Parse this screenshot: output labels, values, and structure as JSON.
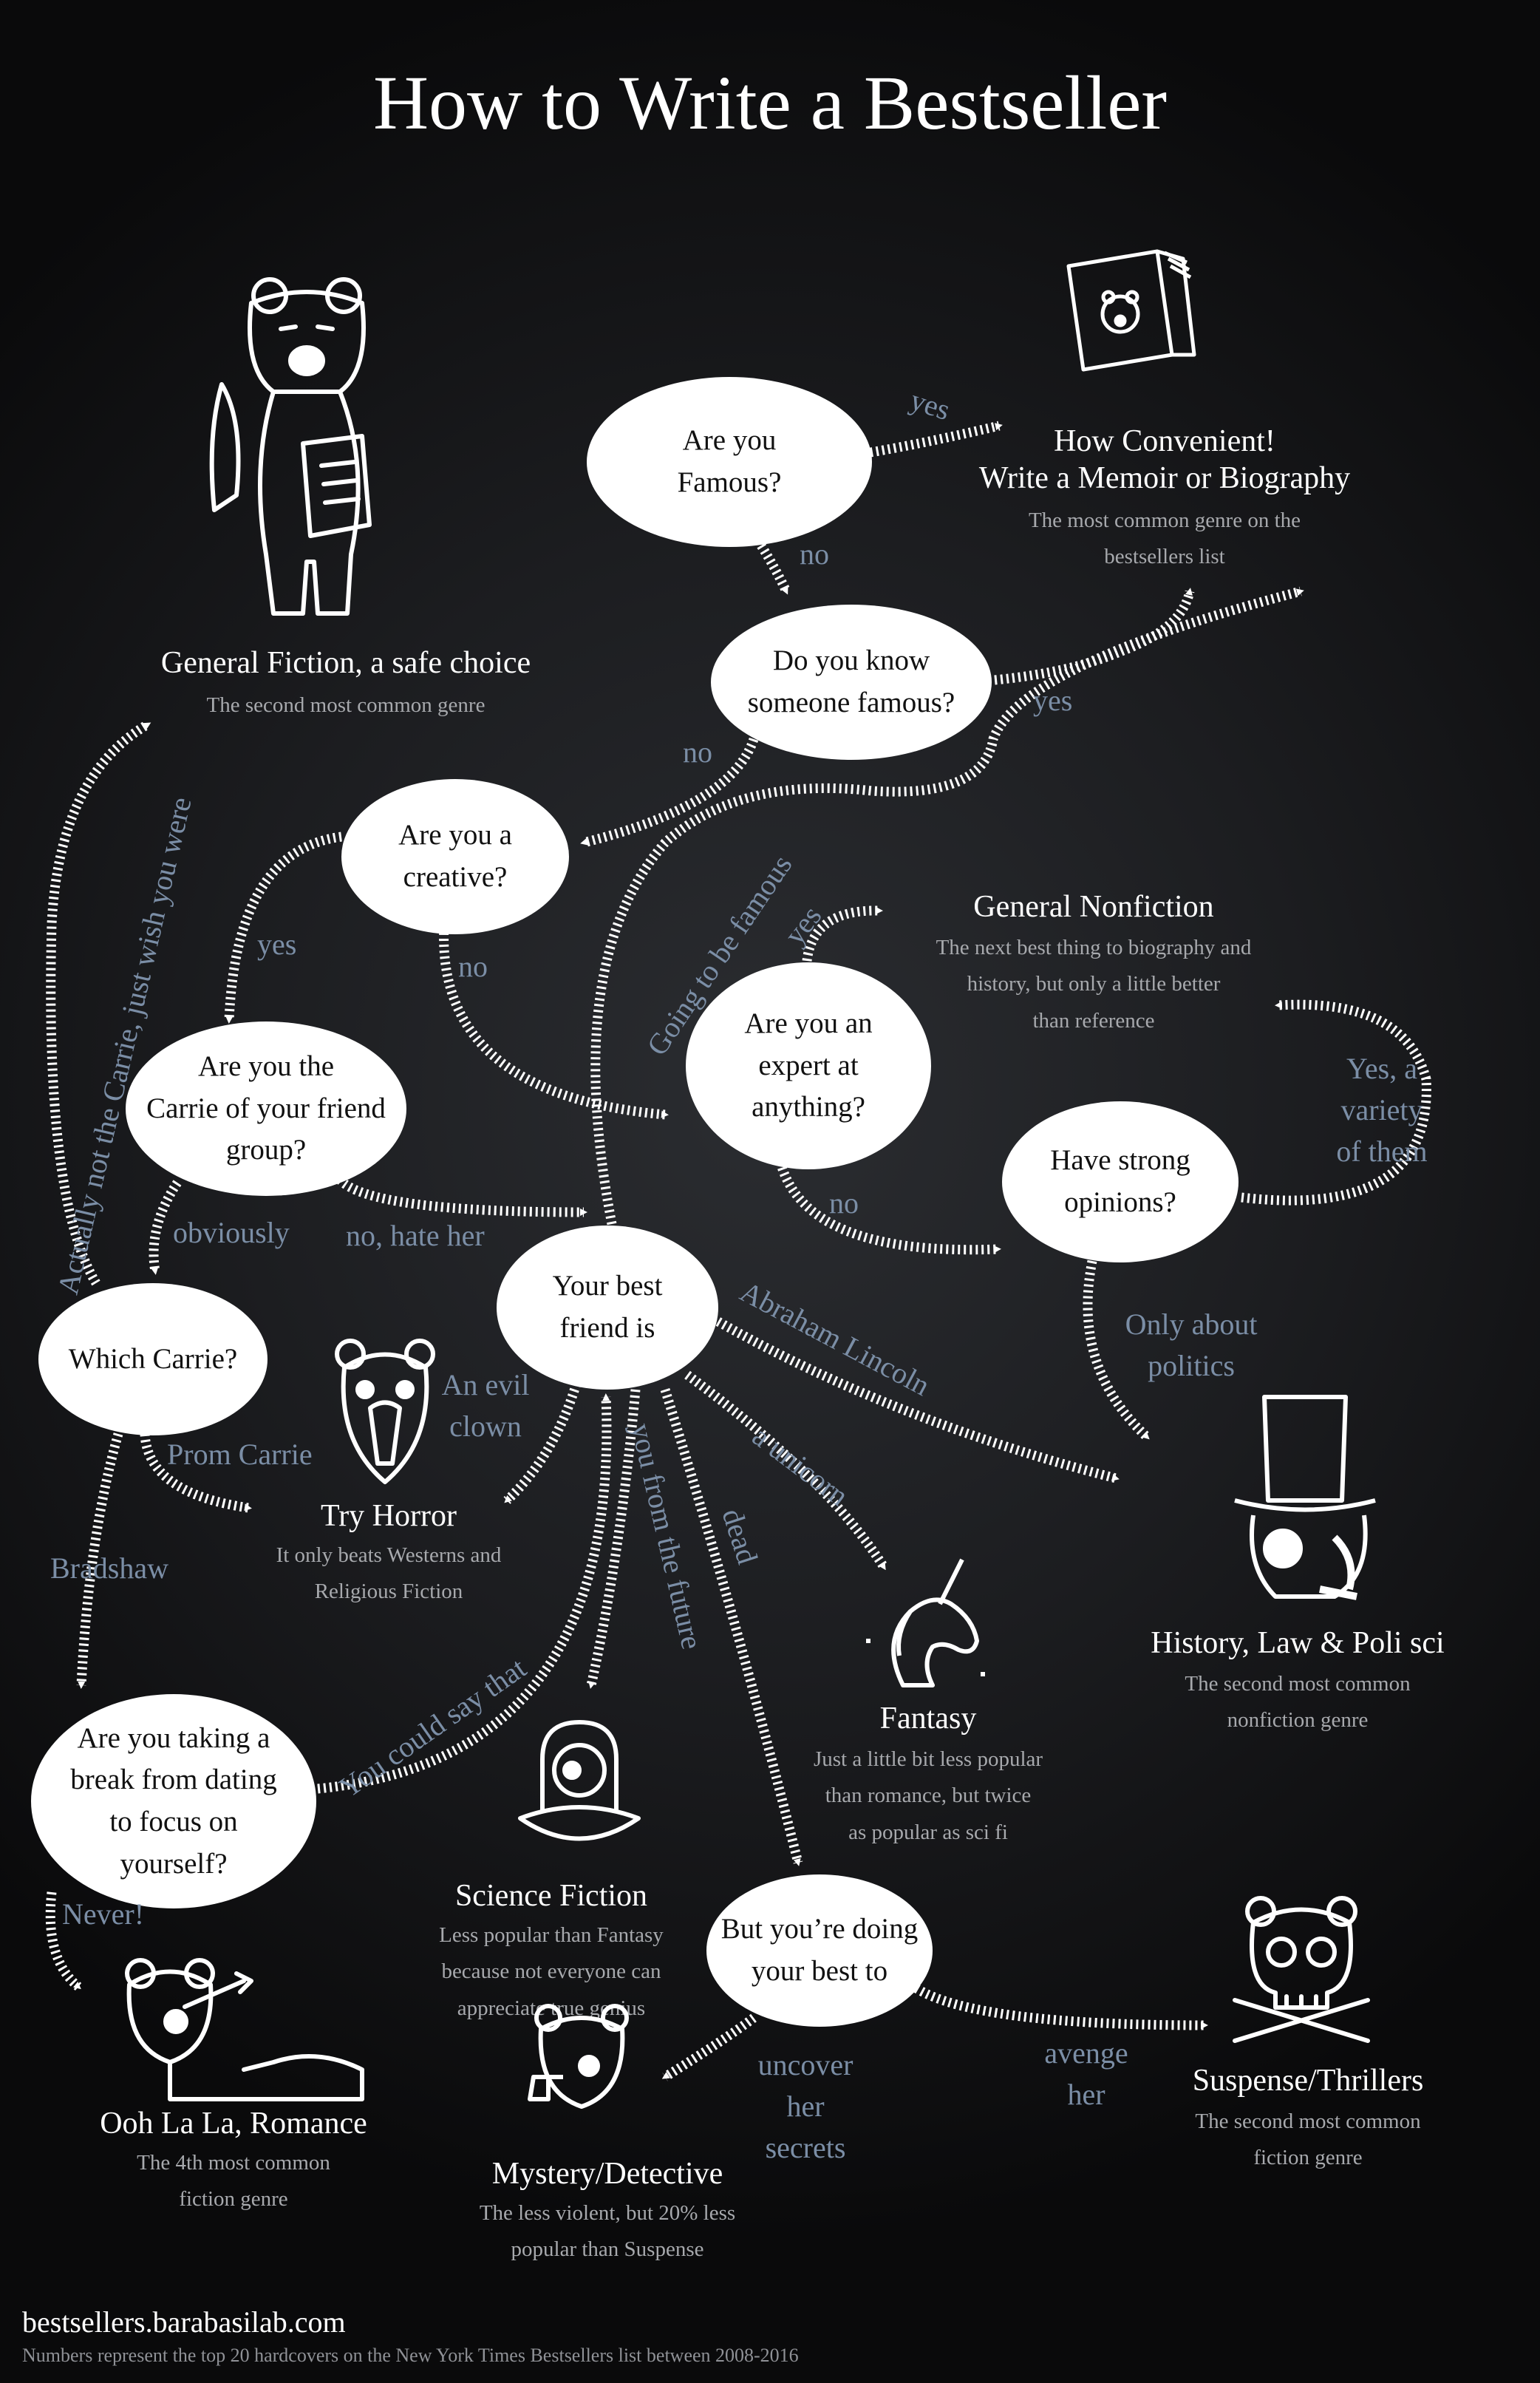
{
  "title": "How to Write a Bestseller",
  "questions": {
    "famous": "Are you\nFamous?",
    "know_famous": "Do you know\nsomeone famous?",
    "creative": "Are you a\ncreative?",
    "expert": "Are you an\nexpert at\nanything?",
    "carrie": "Are you the\nCarrie of your friend\ngroup?",
    "opinions": "Have strong\nopinions?",
    "best_friend": "Your best\nfriend is",
    "which_carrie": "Which Carrie?",
    "dating_break": "Are you taking a\nbreak from dating\nto focus on\nyourself?",
    "doing_best": "But you’re doing\nyour best to"
  },
  "outcomes": {
    "memoir": {
      "title": "How Convenient!\nWrite a Memoir or Biography",
      "note": "The most common genre on the\nbestsellers list"
    },
    "general_fiction": {
      "title": "General Fiction, a safe choice",
      "note": "The second most common  genre"
    },
    "general_nonfiction": {
      "title": "General Nonfiction",
      "note": "The next best thing to biography and\nhistory, but only a little better\nthan reference"
    },
    "horror": {
      "title": "Try Horror",
      "note": "It only beats Westerns and\nReligious Fiction"
    },
    "history": {
      "title": "History, Law & Poli sci",
      "note": "The second most common\nnonfiction genre"
    },
    "fantasy": {
      "title": "Fantasy",
      "note": "Just a little bit less popular\nthan romance, but twice\nas popular as sci fi"
    },
    "scifi": {
      "title": "Science Fiction",
      "note": "Less popular than Fantasy\nbecause not everyone can\nappreciate true genius"
    },
    "romance": {
      "title": "Ooh La La, Romance",
      "note": "The 4th most common\nfiction genre"
    },
    "mystery": {
      "title": "Mystery/Detective",
      "note": "The less violent, but 20% less\npopular than Suspense"
    },
    "suspense": {
      "title": "Suspense/Thrillers",
      "note": "The second most common\nfiction genre"
    }
  },
  "edge_labels": {
    "yes_famous": "yes",
    "no_famous": "no",
    "yes_know": "yes",
    "no_know": "no",
    "yes_creative": "yes",
    "no_creative": "no",
    "going_famous": "Going to be famous",
    "yes_expert": "yes",
    "no_expert": "no",
    "yes_variety": "Yes, a\nvariety\nof them",
    "only_politics": "Only about\npolitics",
    "obviously": "obviously",
    "no_hate": "no, hate her",
    "not_carrie": "Actually not the Carrie, just wish you were",
    "prom_carrie": "Prom Carrie",
    "bradshaw": "Bradshaw",
    "evil_clown": "An evil\nclown",
    "lincoln": "Abraham Lincoln",
    "unicorn": "a unicorn",
    "from_future": "you from the future",
    "dead": "dead",
    "could_say": "You could say that",
    "never": "Never!",
    "uncover": "uncover\nher\nsecrets",
    "avenge": "avenge\nher"
  },
  "footer": {
    "url": "bestsellers.barabasilab.com",
    "note": "Numbers represent the top 20 hardcovers on the New York Times Bestsellers list between 2008-2016"
  },
  "colors": {
    "background": "#1c1d20",
    "node_fill": "#ffffff",
    "label": "#7b8ea6",
    "note": "#a7a9ad"
  }
}
